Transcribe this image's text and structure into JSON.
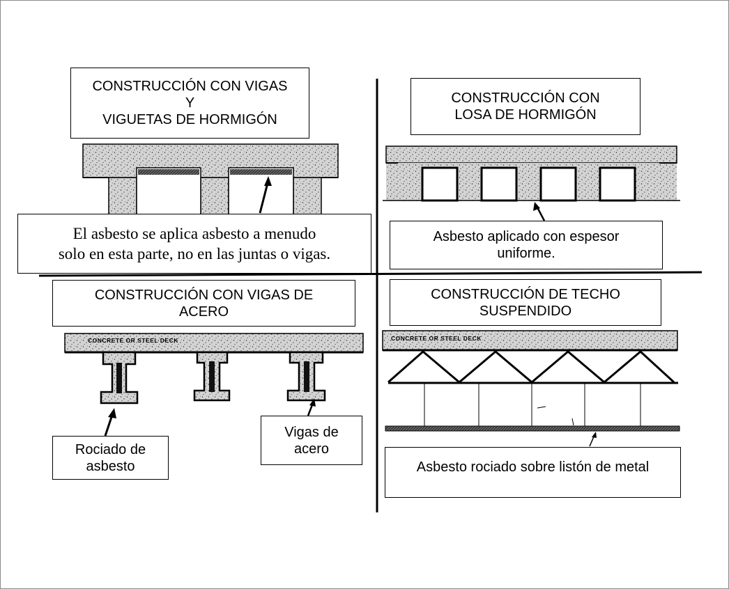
{
  "panels": {
    "top_left": {
      "title_lines": [
        "CONSTRUCCIÓN CON VIGAS",
        "Y",
        "VIGUETAS DE HORMIGÓN"
      ],
      "note_lines": [
        "El asbesto se aplica asbesto a menudo",
        "solo en esta parte, no en las juntas o vigas."
      ]
    },
    "top_right": {
      "title_lines": [
        "CONSTRUCCIÓN CON",
        "LOSA DE HORMIGÓN"
      ],
      "note_lines": [
        "Asbesto aplicado con espesor",
        "uniforme."
      ]
    },
    "bottom_left": {
      "title_lines": [
        "CONSTRUCCIÓN CON VIGAS DE",
        "ACERO"
      ],
      "label_spray_lines": [
        "Rociado de",
        "asbesto"
      ],
      "label_beams_lines": [
        "Vigas de",
        "acero"
      ],
      "deck_text": "CONCRETE OR STEEL DECK"
    },
    "bottom_right": {
      "title_lines": [
        "CONSTRUCCIÓN DE TECHO",
        "SUSPENDIDO"
      ],
      "note": "Asbesto rociado sobre listón de metal",
      "deck_text": "CONCRETE OR STEEL DECK"
    }
  },
  "colors": {
    "line": "#000000",
    "concrete": "#cfcfcf",
    "border": "#8a8a8a"
  }
}
